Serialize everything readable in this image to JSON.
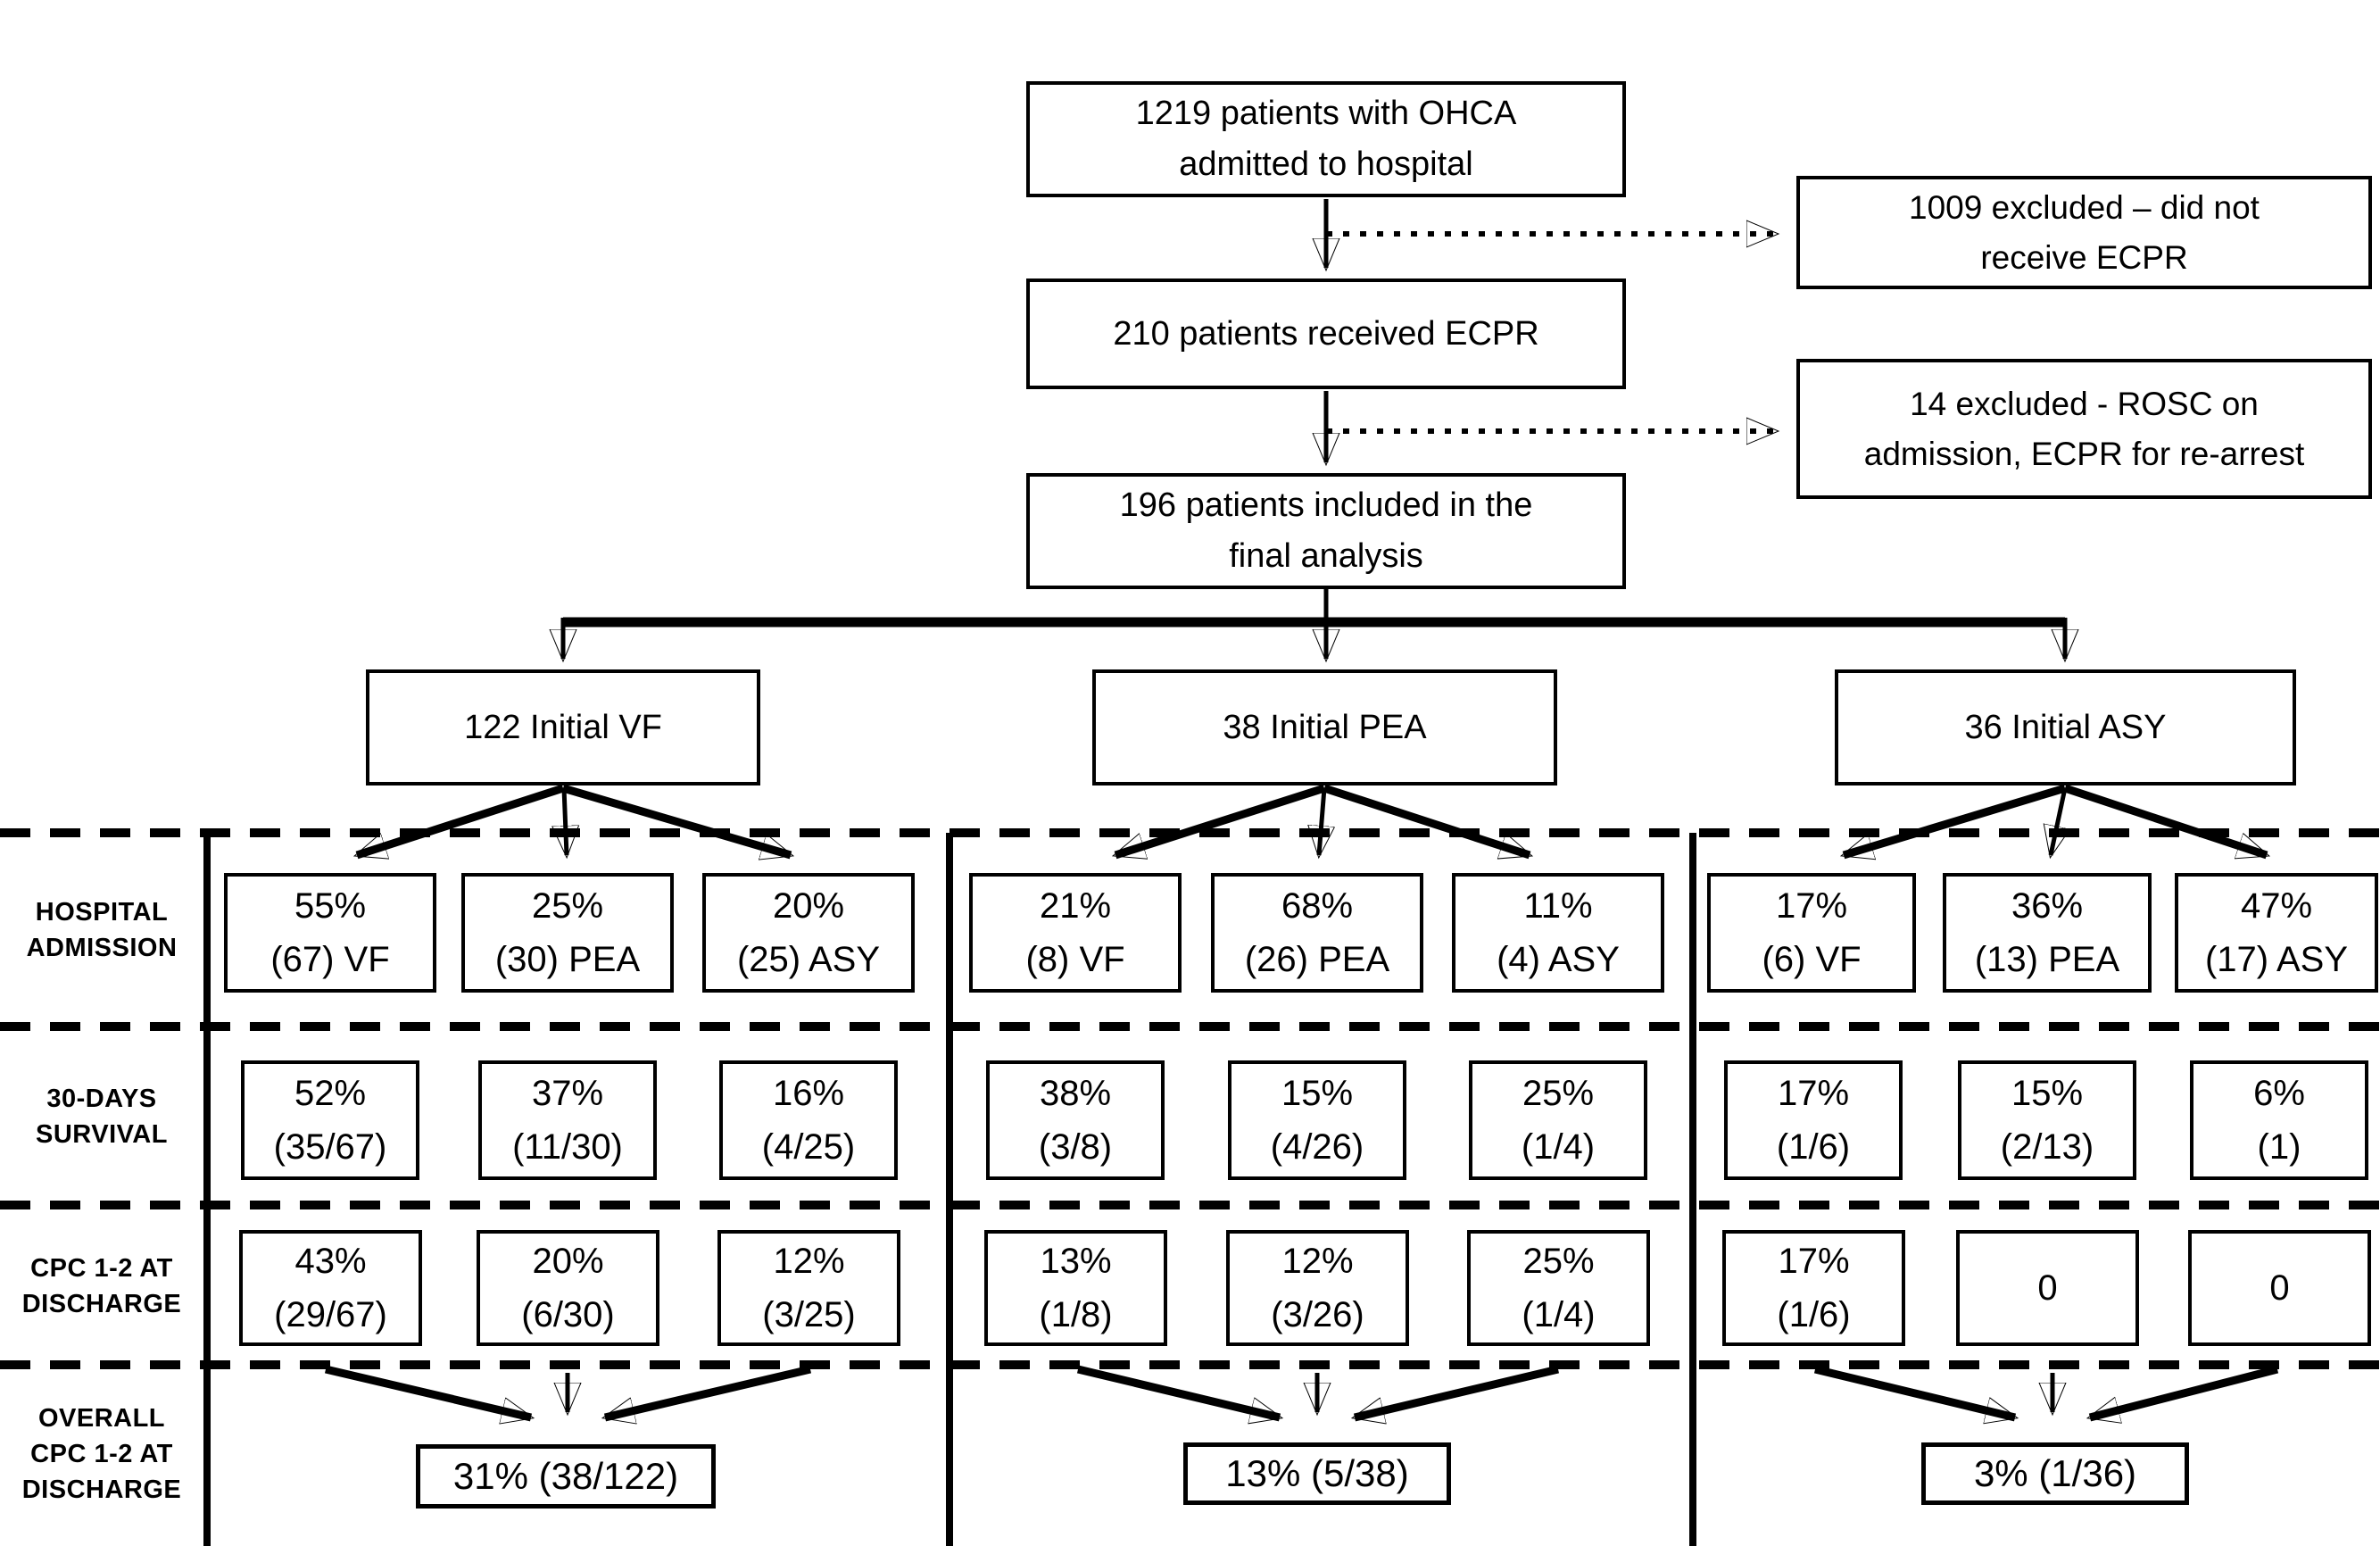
{
  "title": "ECPR outcome flow diagram",
  "colors": {
    "ink": "#000000",
    "background": "#ffffff"
  },
  "flow": {
    "admitted": "1219 patients with OHCA\nadmitted to hospital",
    "excluded_no_ecpr": "1009 excluded – did not\nreceive ECPR",
    "received_ecpr": "210 patients received ECPR",
    "excluded_rosc": "14 excluded - ROSC on\nadmission, ECPR for re-arrest",
    "final_analysis": "196 patients included in the\nfinal analysis"
  },
  "branches": [
    {
      "id": "vf",
      "label": "122 Initial VF"
    },
    {
      "id": "pea",
      "label": "38 Initial PEA"
    },
    {
      "id": "asy",
      "label": "36 Initial ASY"
    }
  ],
  "row_labels": [
    "HOSPITAL\nADMISSION",
    "30-DAYS\nSURVIVAL",
    "CPC 1-2 AT\nDISCHARGE",
    "OVERALL\nCPC 1-2 AT\nDISCHARGE"
  ],
  "grid": {
    "vf": {
      "hospital_admission": [
        "55%\n(67) VF",
        "25%\n(30) PEA",
        "20%\n(25) ASY"
      ],
      "survival_30d": [
        "52%\n(35/67)",
        "37%\n(11/30)",
        "16%\n(4/25)"
      ],
      "cpc_discharge": [
        "43%\n(29/67)",
        "20%\n(6/30)",
        "12%\n(3/25)"
      ],
      "overall": "31% (38/122)"
    },
    "pea": {
      "hospital_admission": [
        "21%\n(8) VF",
        "68%\n(26) PEA",
        "11%\n(4) ASY"
      ],
      "survival_30d": [
        "38%\n(3/8)",
        "15%\n(4/26)",
        "25%\n(1/4)"
      ],
      "cpc_discharge": [
        "13%\n(1/8)",
        "12%\n(3/26)",
        "25%\n(1/4)"
      ],
      "overall": "13% (5/38)"
    },
    "asy": {
      "hospital_admission": [
        "17%\n(6) VF",
        "36%\n(13) PEA",
        "47%\n(17) ASY"
      ],
      "survival_30d": [
        "17%\n(1/6)",
        "15%\n(2/13)",
        "6%\n(1)"
      ],
      "cpc_discharge": [
        "17%\n(1/6)",
        "0",
        "0"
      ],
      "overall": "3% (1/36)"
    }
  }
}
